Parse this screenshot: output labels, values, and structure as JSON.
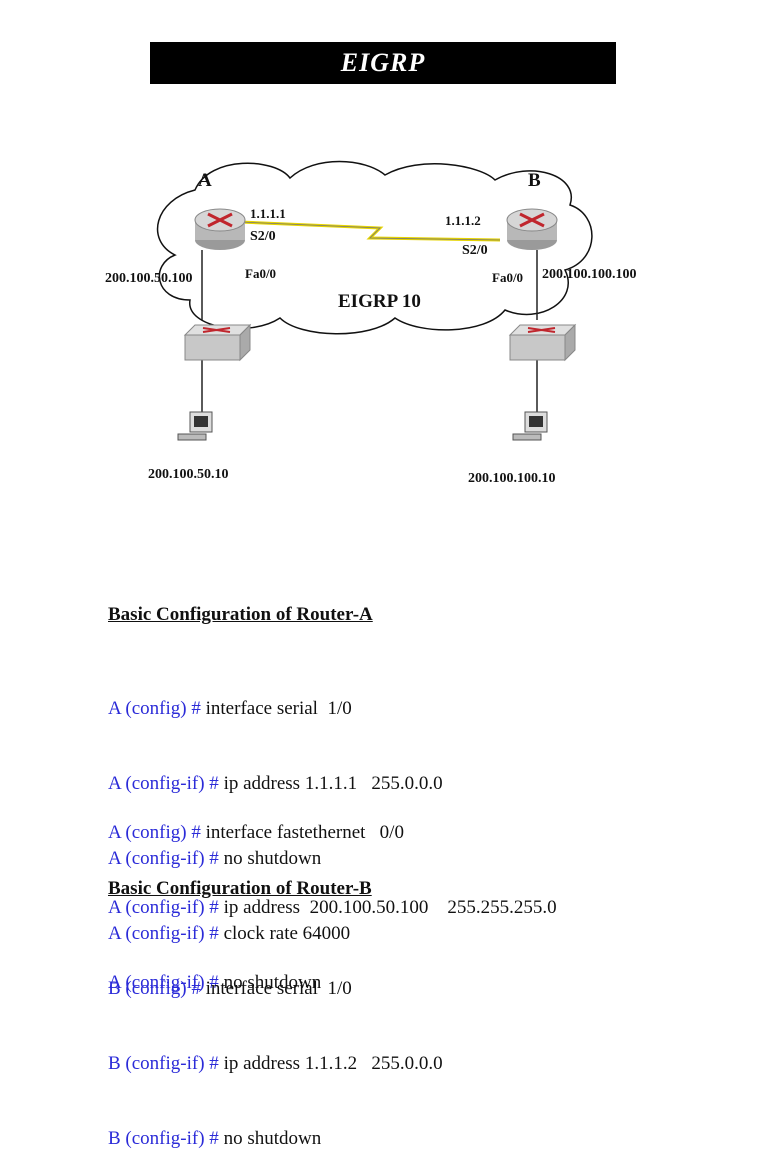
{
  "title": "EIGRP",
  "diagram": {
    "router_a_label": "A",
    "router_b_label": "B",
    "a_serial_ip": "1.1.1.1",
    "a_serial_if": "S2/0",
    "b_serial_ip": "1.1.1.2",
    "b_serial_if": "S2/0",
    "a_lan_ip": "200.100.50.100",
    "a_lan_if": "Fa0/0",
    "b_lan_ip": "200.100.100.100",
    "b_lan_if": "Fa0/0",
    "cloud_label": "EIGRP 10",
    "pc_a_ip": "200.100.50.10",
    "pc_b_ip": "200.100.100.10"
  },
  "router_a": {
    "heading": "Basic Configuration of Router-A",
    "block1": [
      {
        "prompt": "A (config) # ",
        "command": "interface serial  1/0"
      },
      {
        "prompt": "A (config-if) # ",
        "command": "ip address 1.1.1.1   255.0.0.0"
      },
      {
        "prompt": "A (config-if) # ",
        "command": "no shutdown"
      },
      {
        "prompt": "A (config-if) # ",
        "command": "clock rate 64000"
      }
    ],
    "block2": [
      {
        "prompt": "A (config) # ",
        "command": "interface fastethernet   0/0"
      },
      {
        "prompt": "A (config-if) # ",
        "command": "ip address  200.100.50.100    255.255.255.0"
      },
      {
        "prompt": "A (config-if) # ",
        "command": "no shutdown"
      }
    ]
  },
  "router_b": {
    "heading": "Basic Configuration of Router-B",
    "block1": [
      {
        "prompt": "B (config) # ",
        "command": "interface serial  1/0"
      },
      {
        "prompt": "B (config-if) # ",
        "command": "ip address 1.1.1.2   255.0.0.0"
      },
      {
        "prompt": "B (config-if) # ",
        "command": "no shutdown"
      }
    ]
  }
}
